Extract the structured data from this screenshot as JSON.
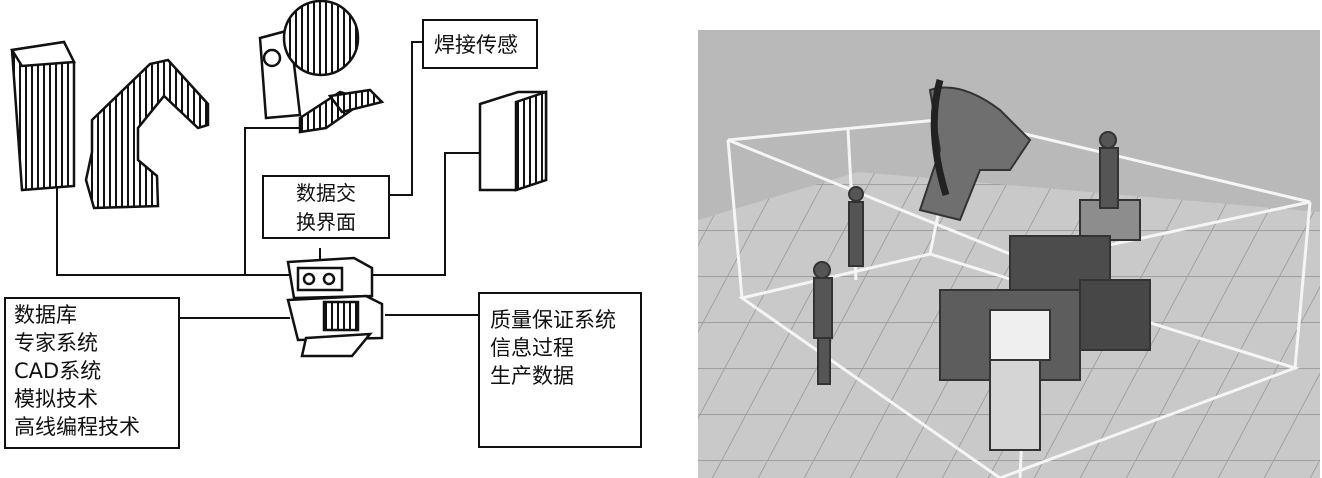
{
  "diagram": {
    "weld_sensor": "焊接传感",
    "data_exchange": [
      "数据交",
      "换界面"
    ],
    "database_panel": [
      "数据库",
      "专家系统",
      "CAD系统",
      "模拟技术",
      "高线编程技术"
    ],
    "quality_panel": [
      "质量保证系统",
      "信息过程",
      "生产数据"
    ]
  },
  "colors": {
    "line": "#111111",
    "photo_bg": "#b9b9b9"
  }
}
